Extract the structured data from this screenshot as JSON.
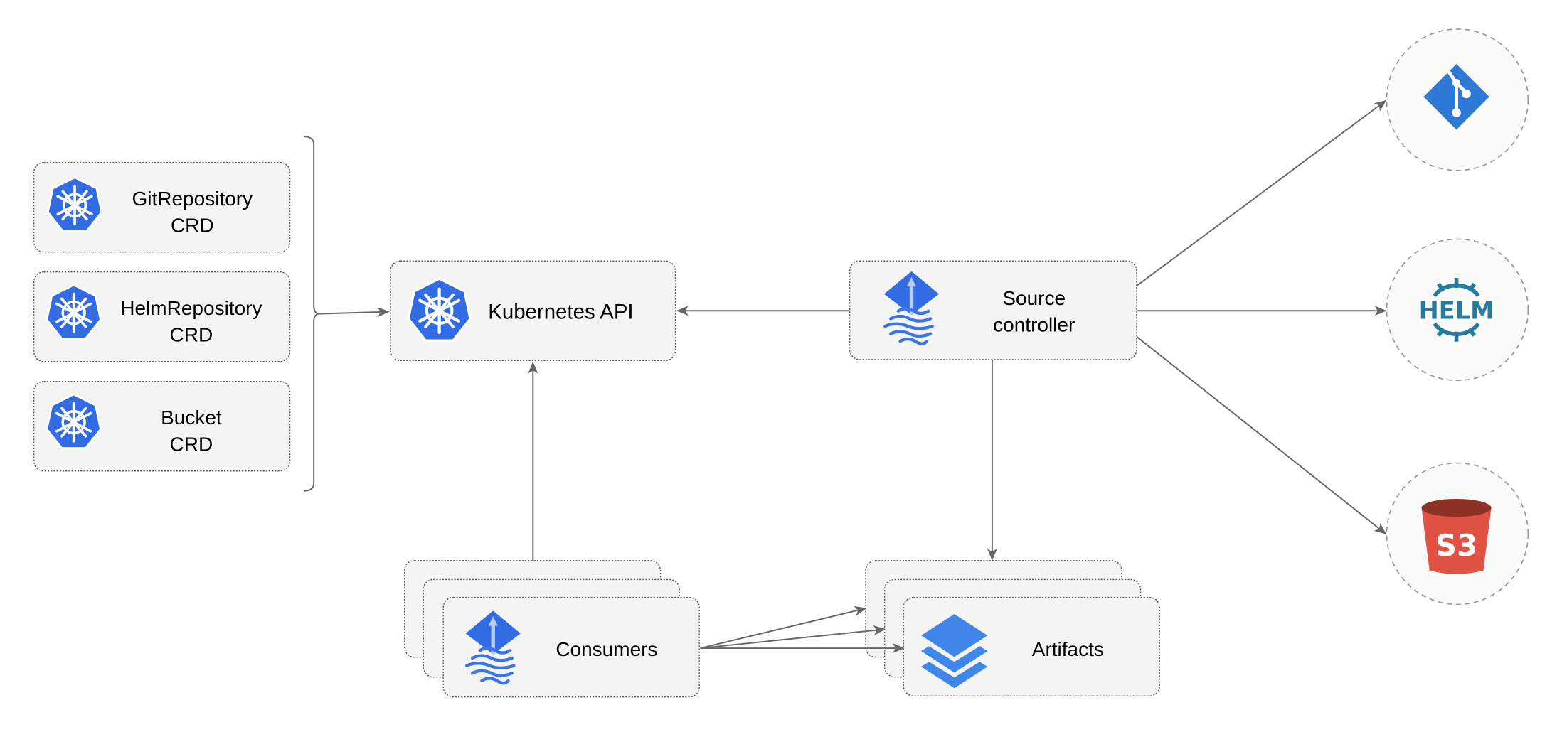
{
  "nodes": {
    "git_repository_crd": {
      "line1": "GitRepository",
      "line2": "CRD",
      "icon": "kubernetes-icon"
    },
    "helm_repository_crd": {
      "line1": "HelmRepository",
      "line2": "CRD",
      "icon": "kubernetes-icon"
    },
    "bucket_crd": {
      "line1": "Bucket",
      "line2": "CRD",
      "icon": "kubernetes-icon"
    },
    "kubernetes_api": {
      "label": "Kubernetes API",
      "icon": "kubernetes-icon"
    },
    "source_controller": {
      "line1": "Source",
      "line2": "controller",
      "icon": "flux-icon"
    },
    "consumers": {
      "label": "Consumers",
      "icon": "flux-icon"
    },
    "artifacts": {
      "label": "Artifacts",
      "icon": "layers-icon"
    },
    "git": {
      "icon": "git-icon"
    },
    "helm": {
      "logo_text": "HELM",
      "icon": "helm-icon"
    },
    "s3": {
      "logo_text": "S3",
      "icon": "s3-bucket-icon"
    }
  },
  "colors": {
    "kubernetes": "#326ce5",
    "flux": "#3b74e6",
    "git": "#2f79d6",
    "helm": "#277a9f",
    "s3": "#e05243",
    "s3_top": "#8c3123",
    "edge": "#666666",
    "box_fill": "#f4f4f4"
  }
}
